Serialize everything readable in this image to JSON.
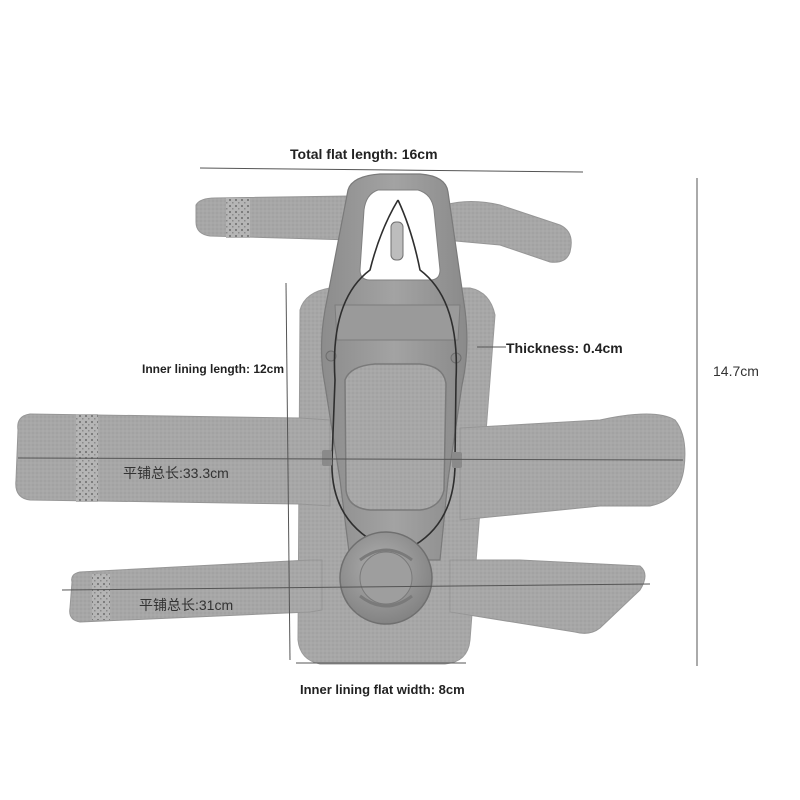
{
  "dimensions": {
    "total_flat_length": "Total flat length: 16cm",
    "inner_lining_length": "Inner lining length: 12cm",
    "thickness": "Thickness: 0.4cm",
    "height": "14.7cm",
    "flat_length_upper": "平铺总长:33.3cm",
    "flat_length_lower": "平铺总长:31cm",
    "inner_lining_flat_width": "Inner lining flat width: 8cm"
  },
  "colors": {
    "fabric": "#a9a9a9",
    "fabric_dark": "#8f8f8f",
    "plastic_frame": "#9b9b9b",
    "lining": "#b4b4b4",
    "background": "#ffffff",
    "dimension_line": "#555555"
  }
}
